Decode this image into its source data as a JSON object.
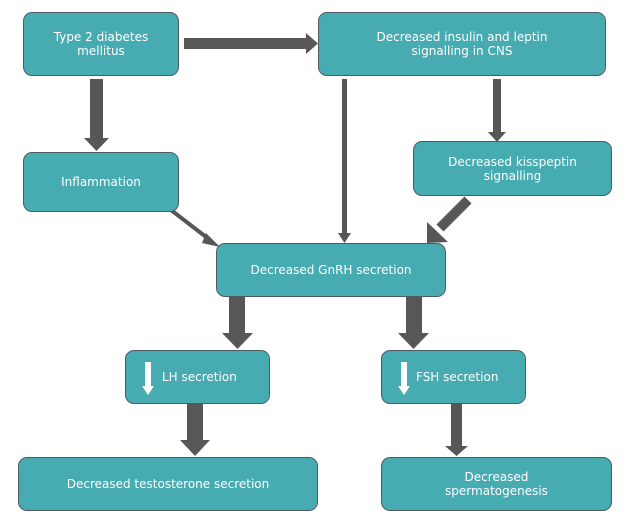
{
  "diagram": {
    "title": "",
    "colors": {
      "box_fill": "#47abb2",
      "box_border": "#4d5d5f",
      "arrow": "#575757",
      "text": "#ffffff"
    },
    "nodes": {
      "t2dm": "Type 2 diabetes\nmellitus",
      "insulin_leptin": "Decreased insulin and leptin\nsignalling in CNS",
      "inflammation": "Inflammation",
      "kisspeptin": "Decreased kisspeptin\nsignalling",
      "gnrh": "Decreased GnRH secretion",
      "lh": "LH secretion",
      "fsh": "FSH secretion",
      "testosterone": "Decreased testosterone secretion",
      "spermatogenesis": "Decreased\nspermatogenesis"
    },
    "indicators": {
      "lh": "down-arrow",
      "fsh": "down-arrow"
    },
    "edges": [
      {
        "from": "t2dm",
        "to": "insulin_leptin"
      },
      {
        "from": "t2dm",
        "to": "inflammation"
      },
      {
        "from": "insulin_leptin",
        "to": "kisspeptin"
      },
      {
        "from": "insulin_leptin",
        "to": "gnrh"
      },
      {
        "from": "inflammation",
        "to": "gnrh"
      },
      {
        "from": "kisspeptin",
        "to": "gnrh"
      },
      {
        "from": "gnrh",
        "to": "lh"
      },
      {
        "from": "gnrh",
        "to": "fsh"
      },
      {
        "from": "lh",
        "to": "testosterone"
      },
      {
        "from": "fsh",
        "to": "spermatogenesis"
      }
    ]
  }
}
